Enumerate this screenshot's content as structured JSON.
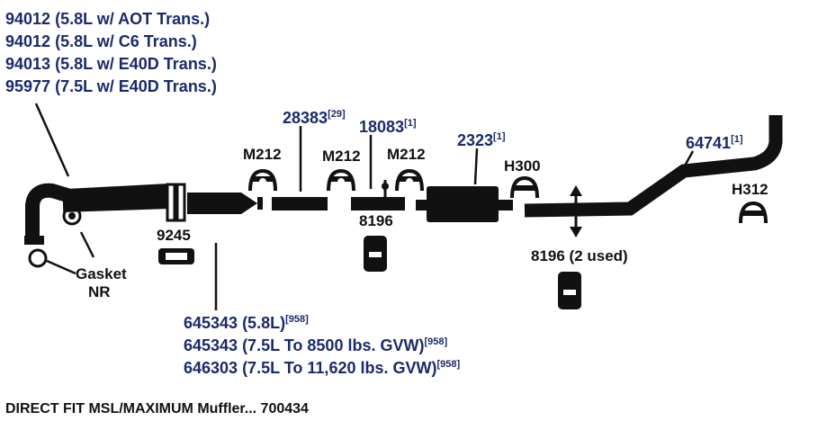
{
  "header_parts": [
    {
      "part": "94012",
      "note": "(5.8L w/ AOT Trans.)"
    },
    {
      "part": "94012",
      "note": "(5.8L w/ C6 Trans.)"
    },
    {
      "part": "94013",
      "note": "(5.8L w/ E40D Trans.)"
    },
    {
      "part": "95977",
      "note": "(7.5L w/ E40D Trans.)"
    }
  ],
  "callouts": {
    "c28383": {
      "part": "28383",
      "qty": "[29]"
    },
    "c18083": {
      "part": "18083",
      "qty": "[1]"
    },
    "c2323": {
      "part": "2323",
      "qty": "[1]"
    },
    "c64741": {
      "part": "64741",
      "qty": "[1]"
    },
    "m212_a": "M212",
    "m212_b": "M212",
    "m212_c": "M212",
    "h300": "H300",
    "h312": "H312",
    "n8196": "8196",
    "n8196_used": "8196 (2 used)",
    "n9245": "9245",
    "gasket": "Gasket",
    "nr": "NR"
  },
  "converter_parts": [
    {
      "text": "645343 (5.8L)",
      "qty": "[958]"
    },
    {
      "text": "645343 (7.5L To 8500 lbs. GVW)",
      "qty": "[958]"
    },
    {
      "text": "646303 (7.5L To 11,620 lbs. GVW)",
      "qty": "[958]"
    }
  ],
  "footer": "DIRECT FIT MSL/MAXIMUM Muffler... 700434",
  "colors": {
    "label_blue": "#1b2a6b",
    "ink": "#111111"
  }
}
